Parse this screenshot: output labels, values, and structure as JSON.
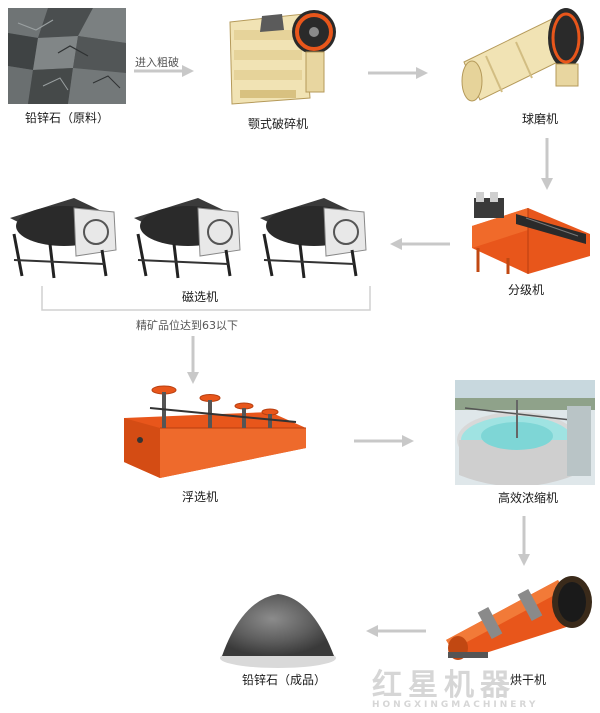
{
  "steps": {
    "raw_ore": "铅锌石（原料）",
    "jaw_crusher": "颚式破碎机",
    "ball_mill": "球磨机",
    "classifier": "分级机",
    "magnetic_separator": "磁选机",
    "flotation": "浮选机",
    "thickener": "高效浓缩机",
    "dryer": "烘干机",
    "final_product": "铅锌石（成品）"
  },
  "notes": {
    "coarse_crushing": "进入粗破",
    "concentrate_grade": "精矿品位达到63以下"
  },
  "watermark": {
    "text": "红星机器",
    "sub": "HONGXINGMACHINERY"
  },
  "colors": {
    "arrow": "#c8c8c8",
    "machine_orange": "#e8561b",
    "machine_cream": "#f1e3b4",
    "drum_dark": "#2a2a2a"
  }
}
